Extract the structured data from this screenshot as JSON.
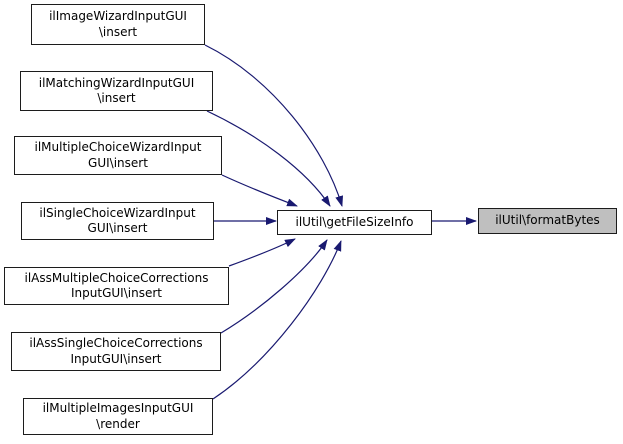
{
  "diagram": {
    "type": "call-graph",
    "background_color": "#ffffff",
    "colors": {
      "edge": "#191970",
      "node_border": "#1c1c1c",
      "node_fill": "#ffffff",
      "node_text": "#000000",
      "highlight_fill": "#bfbfbf"
    },
    "nodes": [
      {
        "id": "il-image-wizard-input-gui-insert",
        "line1": "ilImageWizardInputGUI",
        "line2": "\\insert",
        "highlighted": false
      },
      {
        "id": "il-matching-wizard-input-gui-insert",
        "line1": "ilMatchingWizardInputGUI",
        "line2": "\\insert",
        "highlighted": false
      },
      {
        "id": "il-multiple-choice-wizard-input-gui-insert",
        "line1": "ilMultipleChoiceWizardInput",
        "line2": "GUI\\insert",
        "highlighted": false
      },
      {
        "id": "il-single-choice-wizard-input-gui-insert",
        "line1": "ilSingleChoiceWizardInput",
        "line2": "GUI\\insert",
        "highlighted": false
      },
      {
        "id": "il-ass-multiple-choice-corrections-input-gui-insert",
        "line1": "ilAssMultipleChoiceCorrections",
        "line2": "InputGUI\\insert",
        "highlighted": false
      },
      {
        "id": "il-ass-single-choice-corrections-input-gui-insert",
        "line1": "ilAssSingleChoiceCorrections",
        "line2": "InputGUI\\insert",
        "highlighted": false
      },
      {
        "id": "il-multiple-images-input-gui-render",
        "line1": "ilMultipleImagesInputGUI",
        "line2": "\\render",
        "highlighted": false
      },
      {
        "id": "il-util-get-file-size-info",
        "line1": "ilUtil\\getFileSizeInfo",
        "line2": "",
        "highlighted": false
      },
      {
        "id": "il-util-format-bytes",
        "line1": "ilUtil\\formatBytes",
        "line2": "",
        "highlighted": true
      }
    ],
    "edges": [
      {
        "from": "il-image-wizard-input-gui-insert",
        "to": "il-util-get-file-size-info"
      },
      {
        "from": "il-matching-wizard-input-gui-insert",
        "to": "il-util-get-file-size-info"
      },
      {
        "from": "il-multiple-choice-wizard-input-gui-insert",
        "to": "il-util-get-file-size-info"
      },
      {
        "from": "il-single-choice-wizard-input-gui-insert",
        "to": "il-util-get-file-size-info"
      },
      {
        "from": "il-ass-multiple-choice-corrections-input-gui-insert",
        "to": "il-util-get-file-size-info"
      },
      {
        "from": "il-ass-single-choice-corrections-input-gui-insert",
        "to": "il-util-get-file-size-info"
      },
      {
        "from": "il-multiple-images-input-gui-render",
        "to": "il-util-get-file-size-info"
      },
      {
        "from": "il-util-get-file-size-info",
        "to": "il-util-format-bytes"
      }
    ]
  }
}
